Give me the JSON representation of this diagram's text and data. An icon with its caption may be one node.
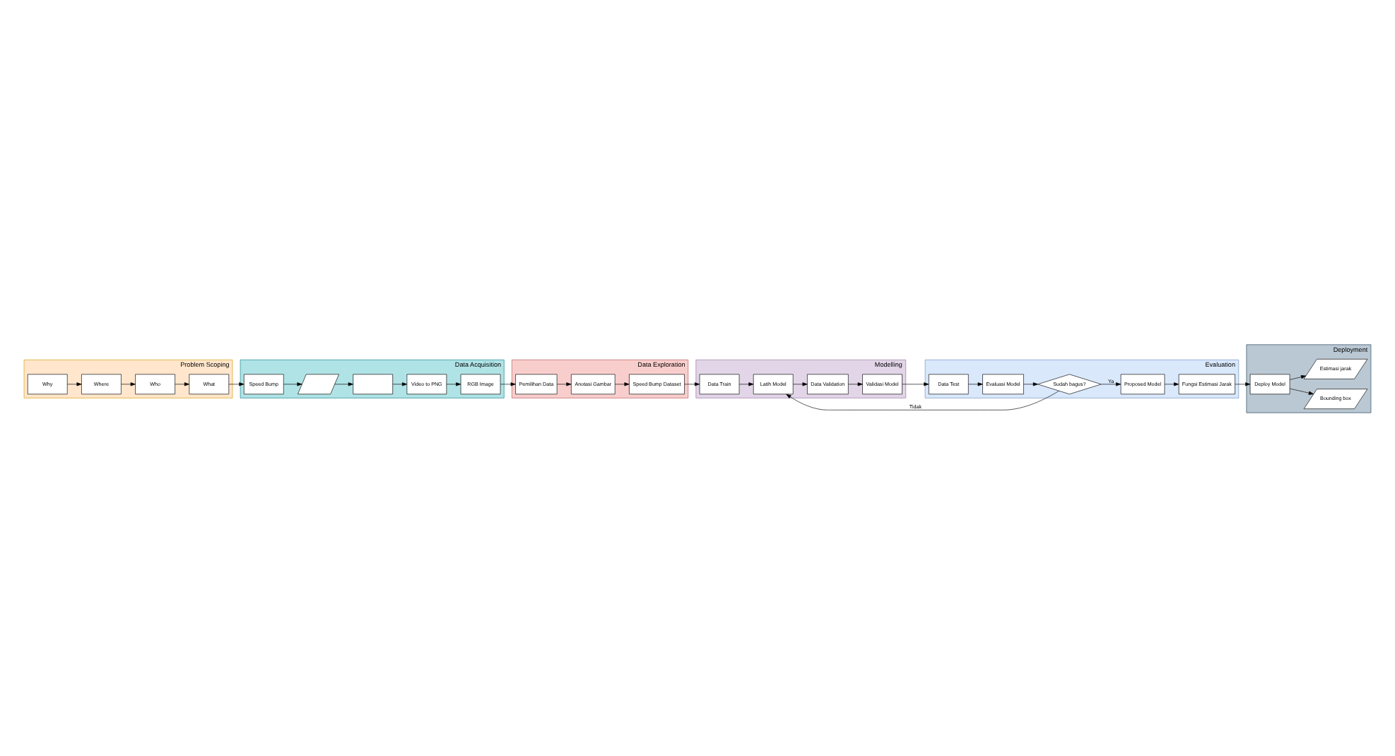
{
  "diagram": {
    "nodes": [
      {
        "text": [
          "Problem Scoping"
        ]
      },
      {
        "text": [
          "What"
        ],
        "in": 0
      },
      {
        "text": [
          "Who"
        ],
        "in": 0
      },
      {
        "text": [
          "Where"
        ],
        "in": 0
      },
      {
        "text": [
          "Why"
        ],
        "in": 0
      },
      {
        "text": [
          "Data Acquisition"
        ]
      },
      {
        "text": [
          "Speed Bump"
        ],
        "in": 5
      },
      {
        "text": [],
        "shape": "parallelogram",
        "in": 5
      },
      {
        "text": [],
        "shape": "box",
        "in": 5
      },
      {
        "text": [
          "Video to PNG"
        ],
        "in": 5
      },
      {
        "text": [
          "RGB Image"
        ],
        "in": 5
      },
      {
        "text": [
          "Data Exploration"
        ]
      },
      {
        "text": [
          "Pemilihan Data"
        ],
        "in": 11
      },
      {
        "text": [
          "Anotasi Gambar"
        ],
        "in": 11
      },
      {
        "text": [
          "Speed Bump Dataset"
        ],
        "in": 11
      },
      {
        "text": [
          "Deployment"
        ]
      },
      {
        "text": [
          "Bounding box"
        ],
        "in": 15
      },
      {
        "text": [
          "Estimasi jarak"
        ],
        "in": 15
      },
      {
        "text": [
          "Deploy Model"
        ],
        "in": 15
      },
      {
        "text": [
          "Evaluation"
        ]
      },
      {
        "text": [
          "Proposed Model"
        ],
        "in": 19
      },
      {
        "text": [
          "Fungsi Estimasi Jarak"
        ],
        "in": 19
      },
      {
        "text": [
          "Sudah bagus?"
        ],
        "in": 19
      },
      {
        "text": [
          "Data Test"
        ],
        "in": 19
      },
      {
        "text": [
          "Evaluasi Model"
        ],
        "in": 19
      },
      {
        "text": [
          "Modelling"
        ]
      },
      {
        "text": [
          "Validasi Model"
        ],
        "in": 25
      },
      {
        "text": [
          "Data Validation"
        ],
        "in": 25
      },
      {
        "text": [
          "Data Train"
        ],
        "in": 25
      },
      {
        "text": [
          "Latih Model"
        ],
        "in": 25
      }
    ],
    "edges": [
      {
        "from": 4,
        "to": 3,
        "arrow": "to"
      },
      {
        "from": 3,
        "to": 2,
        "arrow": "to"
      },
      {
        "from": 2,
        "to": 1,
        "arrow": "to"
      },
      {
        "from": 1,
        "to": 6,
        "arrow": "to"
      },
      {
        "from": 6,
        "to": 7,
        "arrow": "to"
      },
      {
        "from": 7,
        "to": 8,
        "arrow": "to"
      },
      {
        "from": 8,
        "to": 9,
        "arrow": "to"
      },
      {
        "from": 9,
        "to": 10,
        "arrow": "to"
      },
      {
        "from": 10,
        "to": 12,
        "arrow": "to"
      },
      {
        "from": 12,
        "to": 13,
        "arrow": "to"
      },
      {
        "from": 13,
        "to": 14,
        "arrow": "to"
      },
      {
        "from": 14,
        "to": 28,
        "arrow": "to"
      },
      {
        "from": 28,
        "to": 29,
        "arrow": "to"
      },
      {
        "from": 29,
        "to": 27,
        "arrow": "to"
      },
      {
        "from": 27,
        "to": 26,
        "arrow": "to"
      },
      {
        "from": 26,
        "to": 23,
        "arrow": "to"
      },
      {
        "from": 23,
        "to": 24,
        "arrow": "to"
      },
      {
        "from": 24,
        "to": 22,
        "arrow": "to"
      },
      {
        "from": 22,
        "to": 20,
        "arrow": "to",
        "label": "Ya"
      },
      {
        "from": 22,
        "to": 29,
        "arrow": "to",
        "label": "Tidak"
      },
      {
        "from": 20,
        "to": 21,
        "arrow": "to"
      },
      {
        "from": 21,
        "to": 18,
        "arrow": "to"
      },
      {
        "from": 18,
        "to": 16,
        "arrow": "to"
      },
      {
        "from": 18,
        "to": 17,
        "arrow": "to"
      }
    ]
  }
}
